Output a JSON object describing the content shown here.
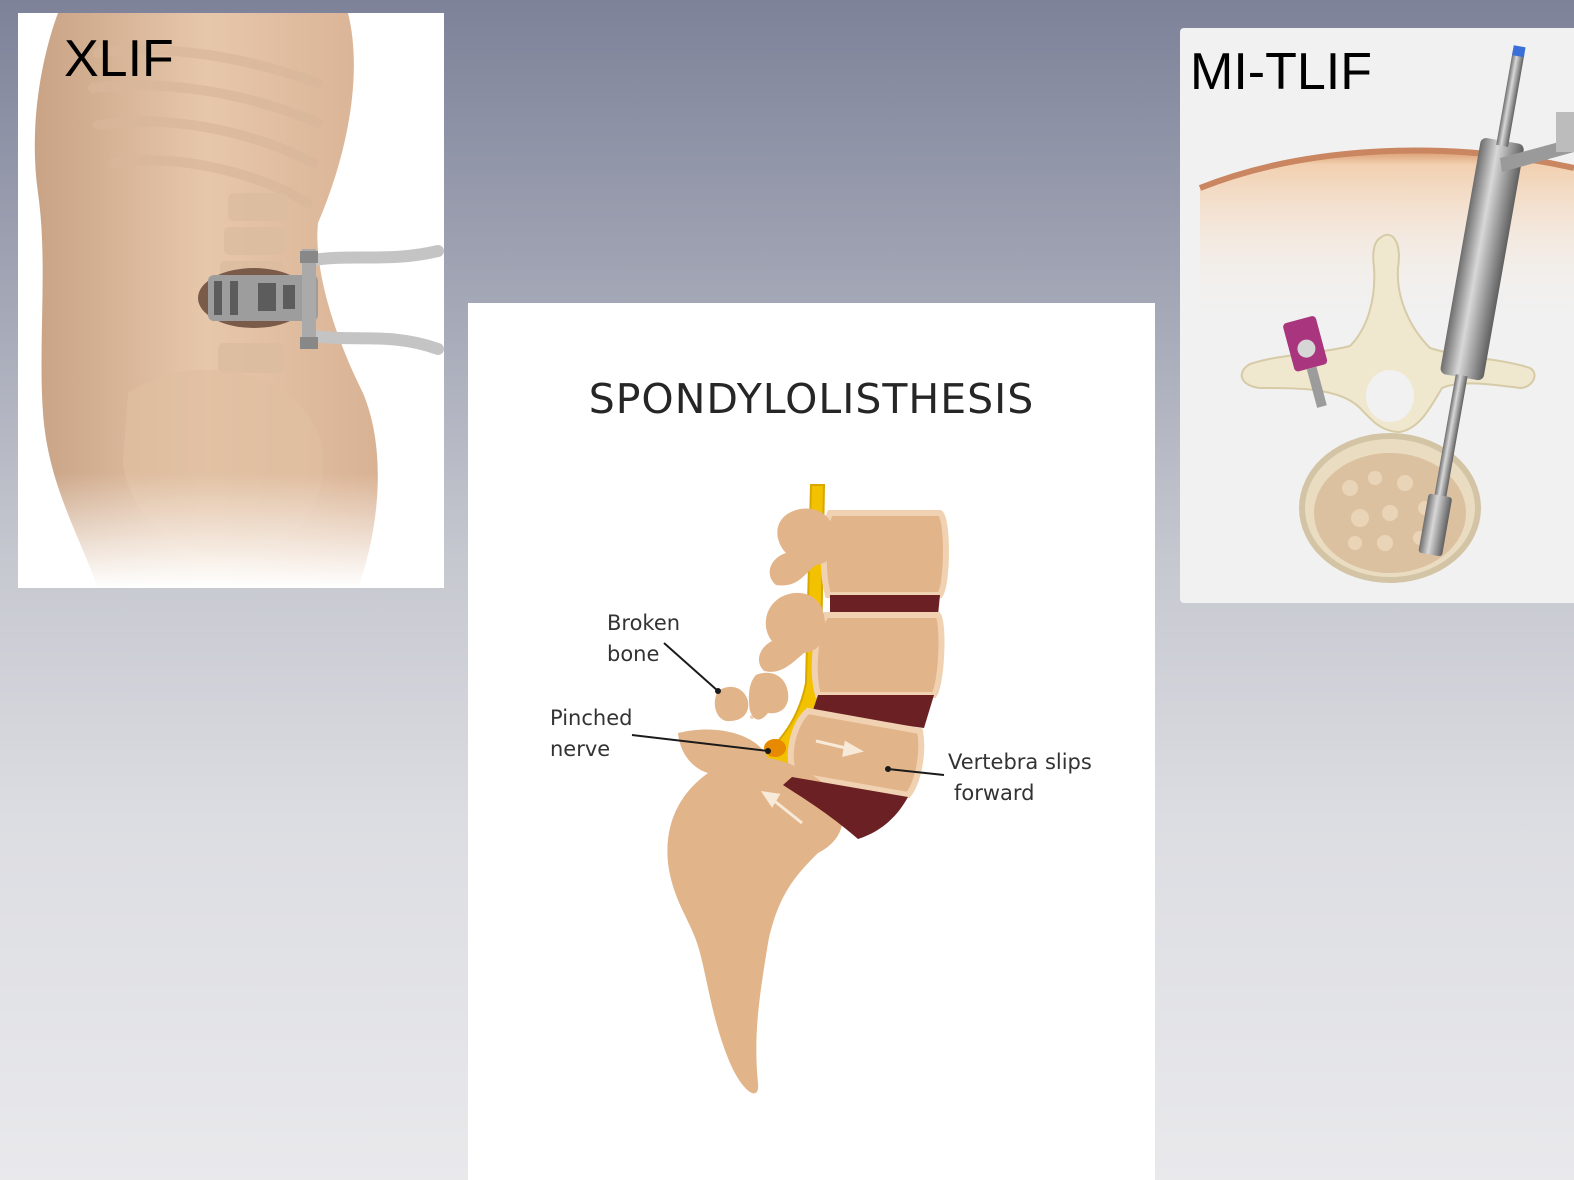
{
  "panels": {
    "xlif": {
      "label": "XLIF",
      "icon": "torso-lateral-retractor-illustration"
    },
    "mitlif": {
      "label": "MI-TLIF",
      "icon": "vertebra-tubular-retractor-illustration"
    },
    "spondylolisthesis": {
      "title": "SPONDYLOLISTHESIS",
      "callouts": {
        "broken_bone": [
          "Broken",
          "bone"
        ],
        "pinched_nerve": [
          "Pinched",
          "nerve"
        ],
        "vertebra_slips": [
          "Vertebra slips",
          "forward"
        ]
      },
      "icon": "lumbar-spine-illustration"
    }
  },
  "colors": {
    "bone": "#e2b489",
    "bone_shadow": "#c99a6f",
    "disc": "#6b2024",
    "nerve": "#f2c200",
    "skin": "#e8c9ae",
    "background_top": "#7e8299",
    "background_bottom": "#e9e9ec"
  }
}
